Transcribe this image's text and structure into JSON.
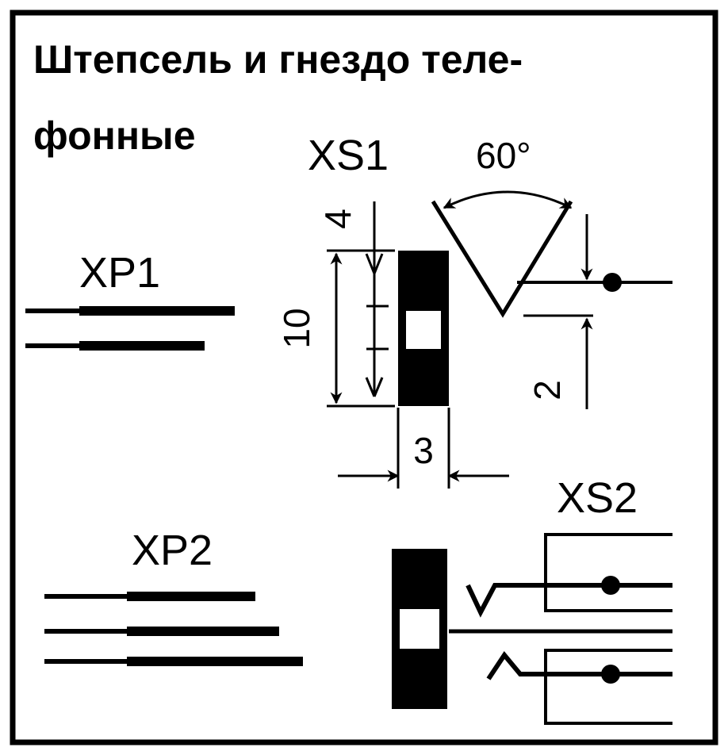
{
  "title": {
    "line1": "Штепсель и гнездо теле-",
    "line2": "фонные"
  },
  "labels": {
    "xp1": "XP1",
    "xp2": "XP2",
    "xs1": "XS1",
    "xs2": "XS2"
  },
  "dimensions": {
    "angle": "60°",
    "d4": "4",
    "d10": "10",
    "d3": "3",
    "d2": "2"
  },
  "colors": {
    "ink": "#000000",
    "paper": "#ffffff"
  }
}
